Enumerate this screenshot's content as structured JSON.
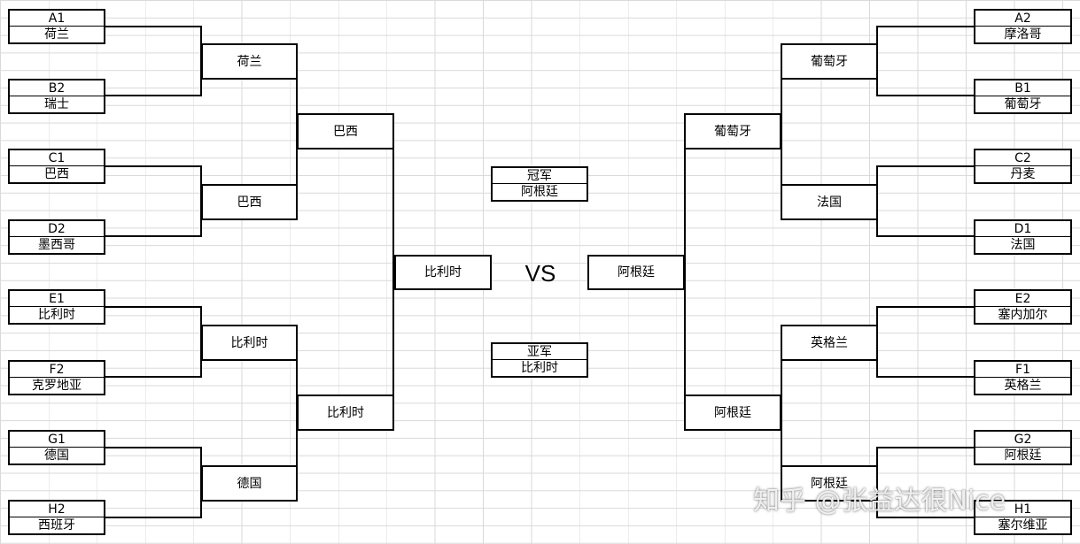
{
  "left_groups": [
    {
      "slot": "A1",
      "team": "荷兰"
    },
    {
      "slot": "B2",
      "team": "瑞士"
    },
    {
      "slot": "C1",
      "team": "巴西"
    },
    {
      "slot": "D2",
      "team": "墨西哥"
    },
    {
      "slot": "E1",
      "team": "比利时"
    },
    {
      "slot": "F2",
      "team": "克罗地亚"
    },
    {
      "slot": "G1",
      "team": "德国"
    },
    {
      "slot": "H2",
      "team": "西班牙"
    }
  ],
  "right_groups": [
    {
      "slot": "A2",
      "team": "摩洛哥"
    },
    {
      "slot": "B1",
      "team": "葡萄牙"
    },
    {
      "slot": "C2",
      "team": "丹麦"
    },
    {
      "slot": "D1",
      "team": "法国"
    },
    {
      "slot": "E2",
      "team": "塞内加尔"
    },
    {
      "slot": "F1",
      "team": "英格兰"
    },
    {
      "slot": "G2",
      "team": "阿根廷"
    },
    {
      "slot": "H1",
      "team": "塞尔维亚"
    }
  ],
  "left_r2": [
    "荷兰",
    "巴西",
    "比利时",
    "德国"
  ],
  "left_r3": [
    "巴西",
    "比利时"
  ],
  "left_final": "比利时",
  "right_r2": [
    "葡萄牙",
    "法国",
    "英格兰",
    "阿根廷"
  ],
  "right_r3": [
    "葡萄牙",
    "阿根廷"
  ],
  "right_final": "阿根廷",
  "champion": {
    "label": "冠军",
    "team": "阿根廷"
  },
  "runner_up": {
    "label": "亚军",
    "team": "比利时"
  },
  "vs_text": "VS",
  "watermark": "知乎 @张益达很Nice"
}
